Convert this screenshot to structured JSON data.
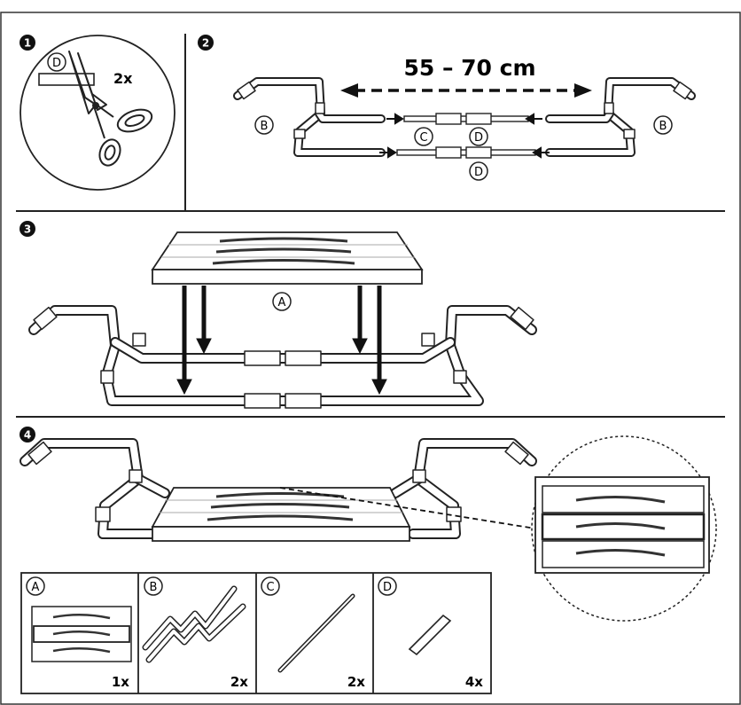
{
  "steps": [
    {
      "number": "1"
    },
    {
      "number": "2"
    },
    {
      "number": "3"
    },
    {
      "number": "4"
    }
  ],
  "step1": {
    "part": "D",
    "quantity": "2x"
  },
  "step2": {
    "distance": "55 – 70 cm",
    "labels": {
      "left_bar": "B",
      "right_bar": "B",
      "rod": "C",
      "clip_top": "D",
      "clip_bottom": "D"
    }
  },
  "step3": {
    "seat_label": "A"
  },
  "parts": [
    {
      "letter": "A",
      "quantity": "1x"
    },
    {
      "letter": "B",
      "quantity": "2x"
    },
    {
      "letter": "C",
      "quantity": "2x"
    },
    {
      "letter": "D",
      "quantity": "4x"
    }
  ]
}
